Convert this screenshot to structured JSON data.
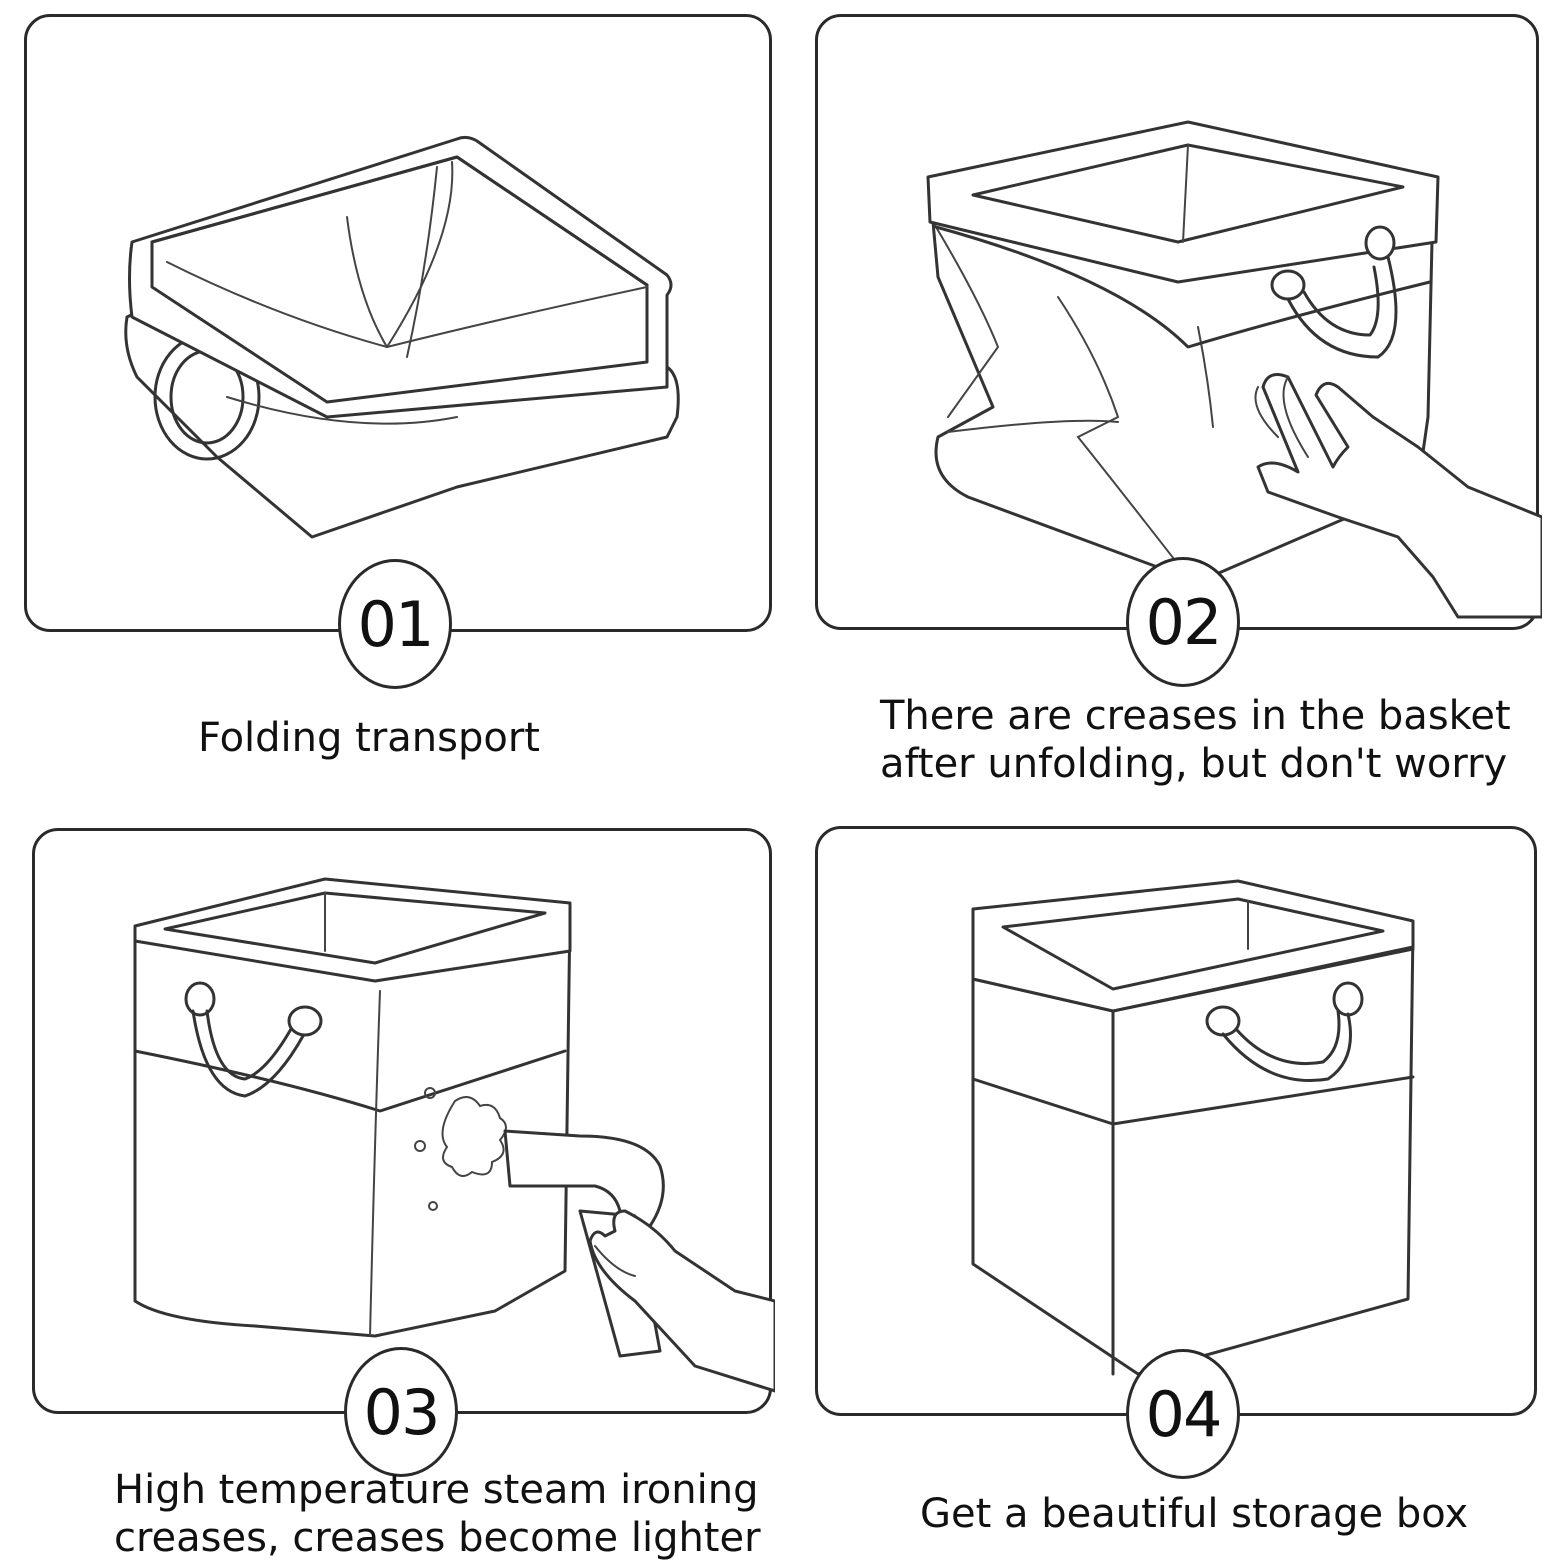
{
  "steps": [
    {
      "number": "01",
      "caption_lines": [
        "Folding transport"
      ]
    },
    {
      "number": "02",
      "caption_lines": [
        "There are creases in the basket",
        "after unfolding, but don't worry"
      ]
    },
    {
      "number": "03",
      "caption_lines": [
        "High temperature steam ironing",
        "creases, creases become lighter"
      ]
    },
    {
      "number": "04",
      "caption_lines": [
        "Get a beautiful storage box"
      ]
    }
  ],
  "colors": {
    "line": "#2a2a2a",
    "background": "#ffffff"
  }
}
